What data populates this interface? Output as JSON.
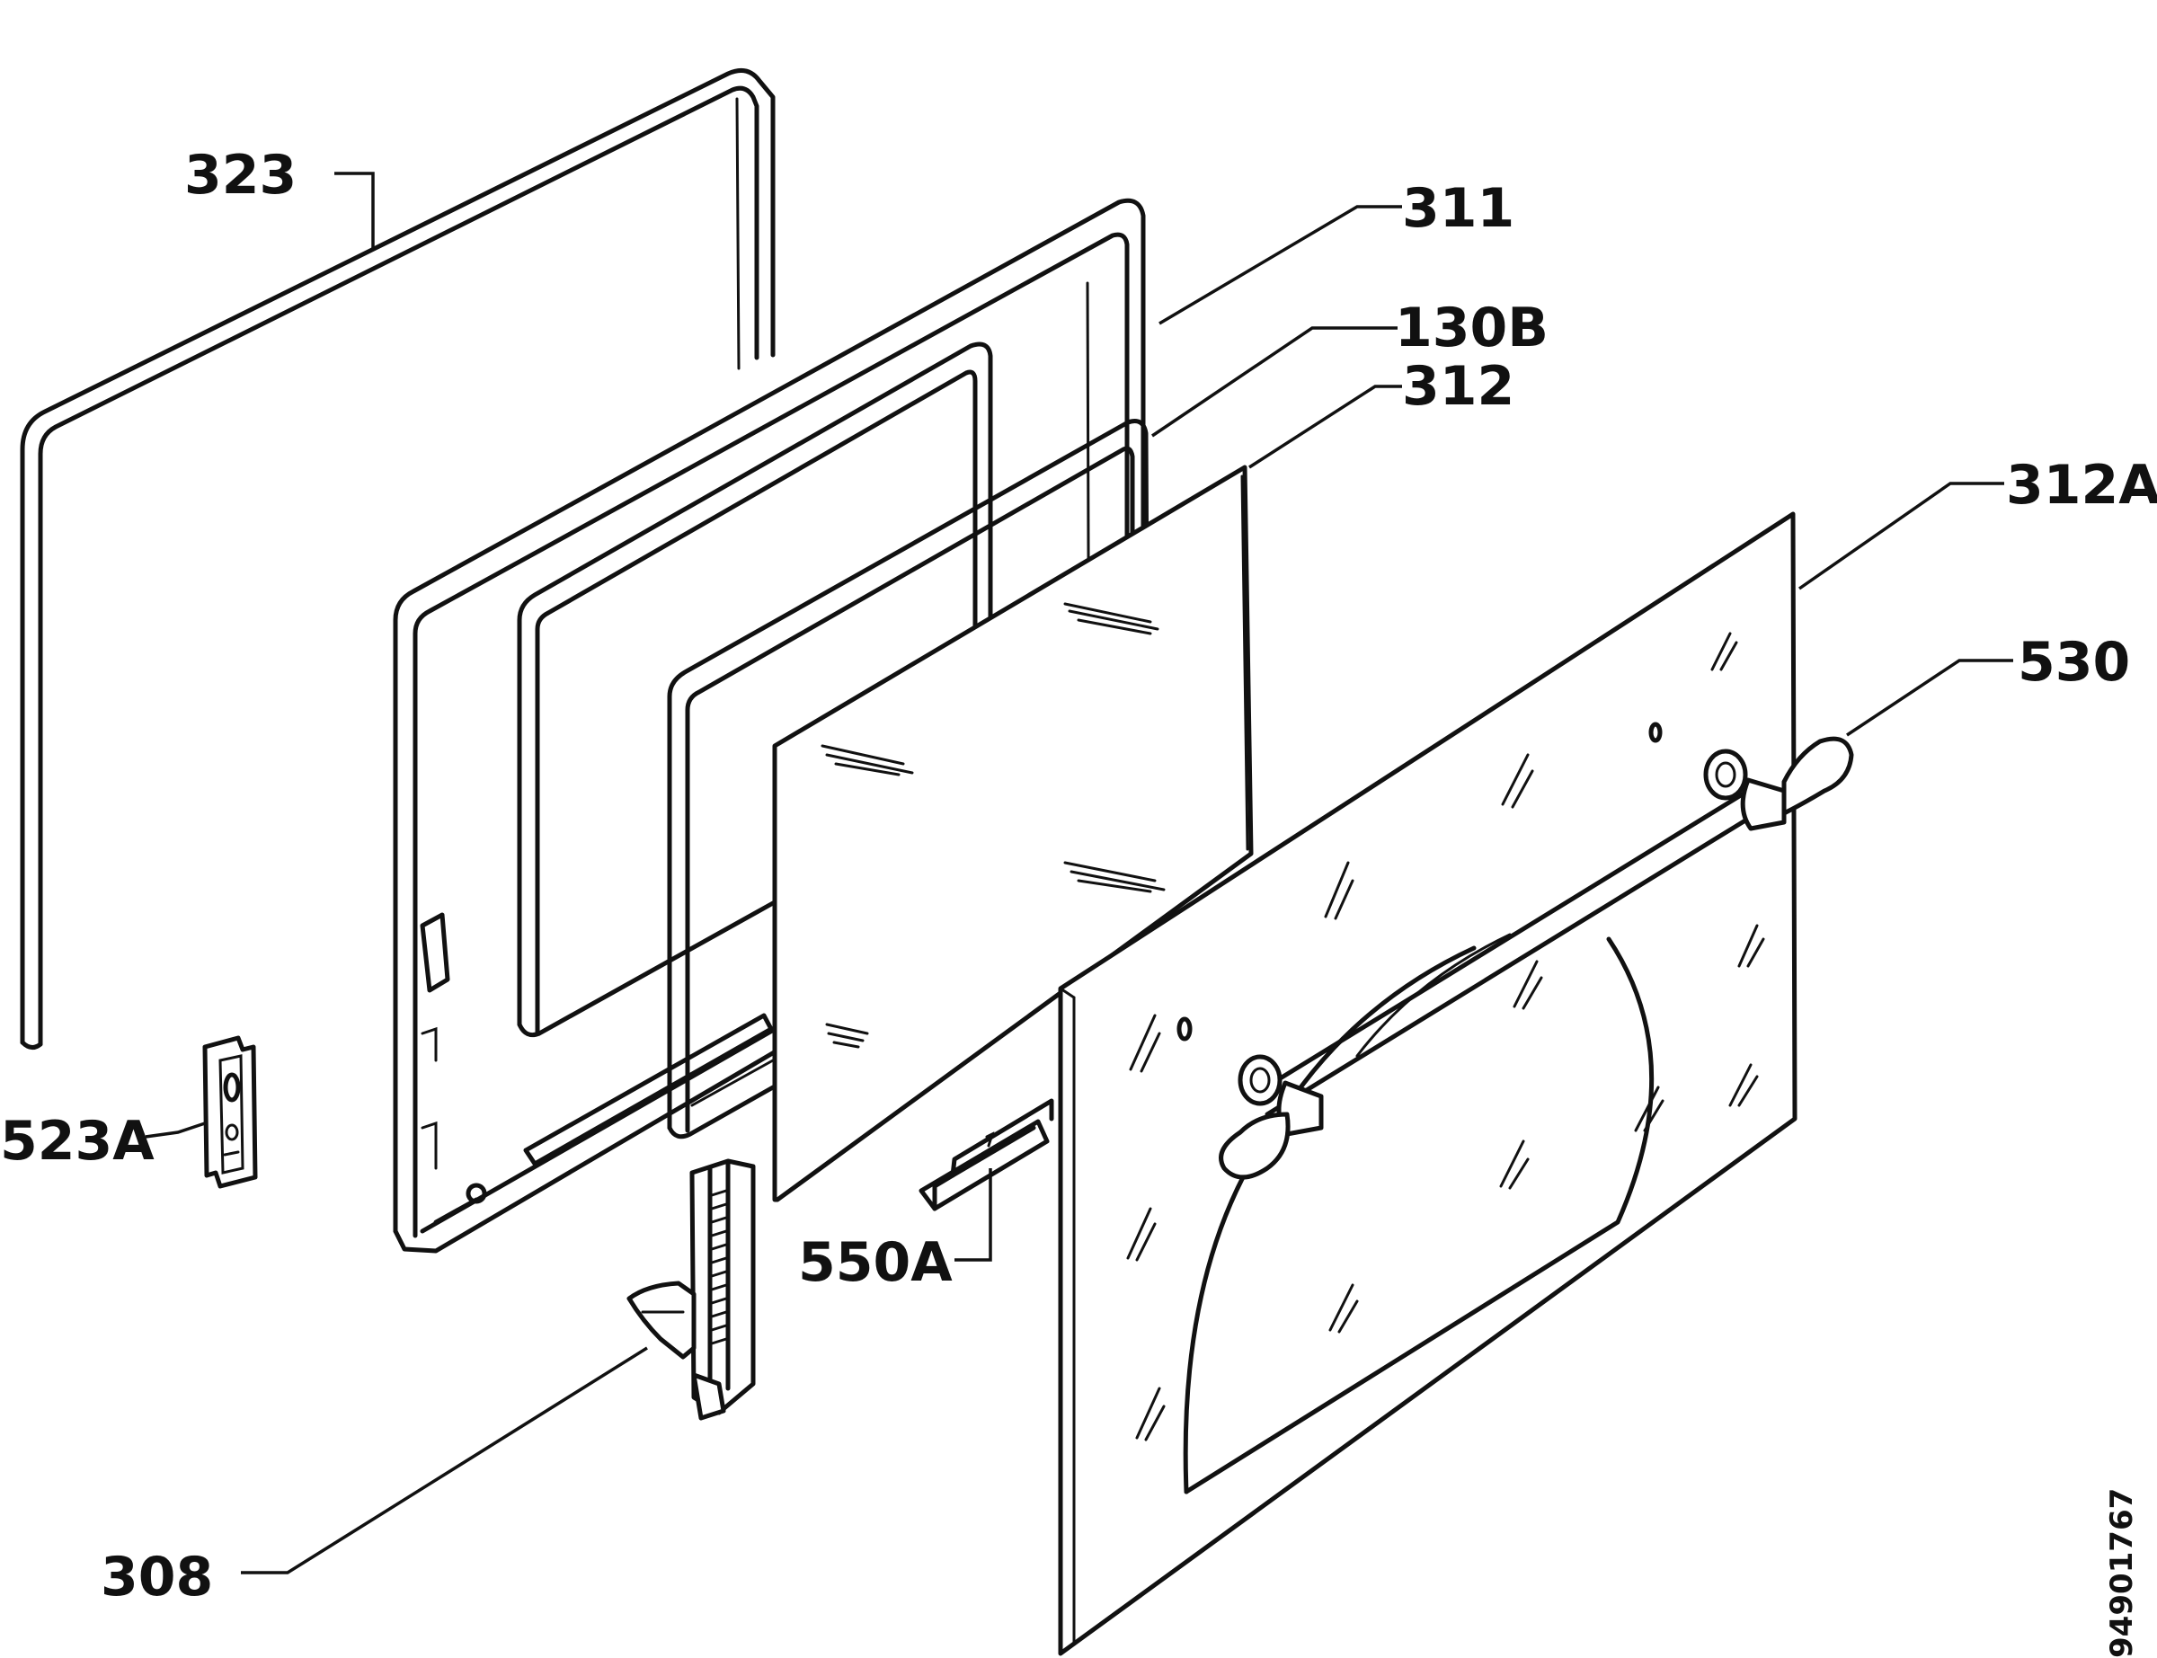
{
  "diagram": {
    "type": "exploded-parts-diagram",
    "labels": {
      "l323": "323",
      "l311": "311",
      "l130B": "130B",
      "l312": "312",
      "l312A": "312A",
      "l530": "530",
      "l523A": "523A",
      "l550A": "550A",
      "l308": "308"
    },
    "document_code": "94901767"
  }
}
